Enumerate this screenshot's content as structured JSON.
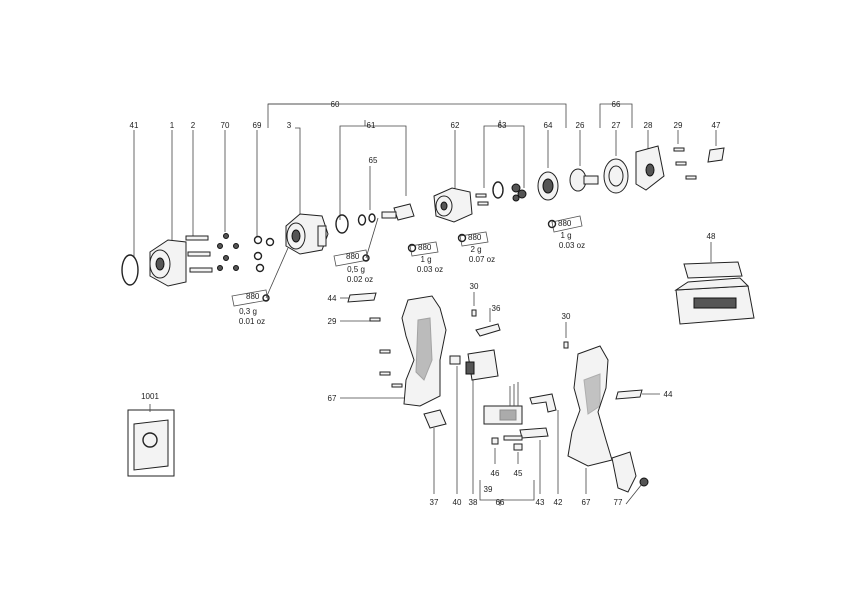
{
  "numbers": {
    "n60": "60",
    "n66top": "66",
    "n41": "41",
    "n1": "1",
    "n2": "2",
    "n70": "70",
    "n69": "69",
    "n3": "3",
    "n61": "61",
    "n65": "65",
    "n62": "62",
    "n63": "63",
    "n64": "64",
    "n26": "26",
    "n27": "27",
    "n28": "28",
    "n29top": "29",
    "n47": "47",
    "n48": "48",
    "n44left": "44",
    "n29left": "29",
    "n30a": "30",
    "n36": "36",
    "n30b": "30",
    "n44right": "44",
    "n67left": "67",
    "n1001": "1001",
    "n37": "37",
    "n40": "40",
    "n38": "38",
    "n46": "46",
    "n45": "45",
    "n39": "39",
    "n66bottom": "66",
    "n43": "43",
    "n42": "42",
    "n67right": "67",
    "n77": "77"
  },
  "grease": {
    "g1": {
      "code": "880",
      "weight_g": "0,3 g",
      "weight_oz": "0.01 oz"
    },
    "g2": {
      "code": "880",
      "weight_g": "0,5 g",
      "weight_oz": "0.02 oz"
    },
    "g3": {
      "code": "880",
      "weight_g": "1 g",
      "weight_oz": "0.03 oz"
    },
    "g4": {
      "code": "880",
      "weight_g": "2 g",
      "weight_oz": "0.07 oz"
    },
    "g5": {
      "code": "880",
      "weight_g": "1 g",
      "weight_oz": "0.03 oz"
    }
  }
}
